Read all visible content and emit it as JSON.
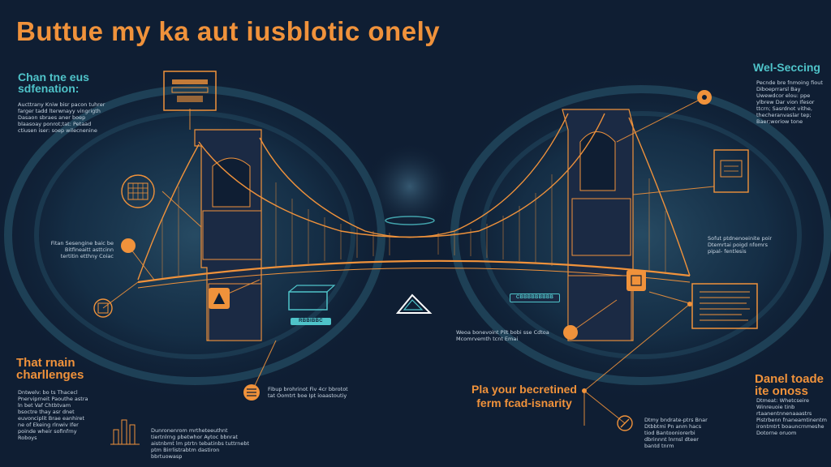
{
  "colors": {
    "background": "#0f1e33",
    "accent_orange": "#f0923b",
    "accent_teal": "#4fc3c9",
    "text_light": "#c9d6e3"
  },
  "title": "Buttue my ka aut iusblotic onely",
  "headings": {
    "top_left": "Chan tne eus sdfenation:",
    "top_right": "Wel-Seccing",
    "bottom_left": "That rnain charllenges",
    "bottom_right": "Danel toade ite onoss",
    "center": "Pla your becretined ferm fcad-isnarity"
  },
  "blurbs": {
    "top_left": "Aucttrany Kniw bisr pacon tuhrer farger tadd lterwnayy vingrigth Dasaon sbraes aner boep blaasoay ponrot;tat: Petaad ctiusen iser: soep wilecnenine",
    "top_right": "Pecnde bre fnmoing fiout Diboeprrarsl Bay Uwewdcor elou: ppe ylbrew Dar vion Ifesor ttcrn; Sasrdnot vithe, thecheranvaslar tep; Baer;woriow tone",
    "left_mid": "Fitan Sesengine baic be Bitfineaitt asttcinn tertitin etthny Coiac",
    "right_mid": "Sofut ptdnenoeinite poir Dtemrtai poigd nfomrs pipal- fentlesis",
    "center_mid": "Weoa bonevoint Pilt bobi sse Cdtoa Mcomrvemth tcnt Emai",
    "bottom_left": "Dntwelv: bo ts Thacecl Pnerviprneit Paouthe astra ln bet Vaf Chtbtvam bsoctre thay asr dnet euvonciplit Brae eanhiret ne of Ekeing rlnwiv Ifer poinde wheir sofinfrny Roboys",
    "bottom_center": "Fibup brohrinot Fiv 4cr bbrotot tat Oomtrt boe Ipt ioaastoutiy",
    "bottom_center_left": "Dunronenrom mrtheteeuthnt tiertnlrng pbetwhor Aytoc bbnrat aistnbmt lm ptrtn tebatinbs tuttrnebt ptm Birrlistrabtm dastiron bbrtuowasp",
    "bottom_right": "Dtmeat: Whetcseire Winreuoie tinb rtaanentnnenaaastrs Pistrbenn fnaneamtinentm irontmtrt boauncrnmeshe Dotorne oruom",
    "bottom_right_center": "Dtmy bndrate-ptrs Bnar Dtbbtmi Pn anm hacs tiod Bantooniorerbi dbrinnnt lnrnsl dteer bantd tnrm"
  },
  "chips": {
    "left": "RBBIBBC",
    "right": "CBBBBBBBBB"
  },
  "icons": [
    "document-icon",
    "warning-icon",
    "chart-icon",
    "map-icon",
    "box-icon",
    "triangle-logo-icon",
    "user-icon",
    "desk-icon",
    "pen-icon",
    "settings-icon",
    "building-icon",
    "list-icon"
  ]
}
